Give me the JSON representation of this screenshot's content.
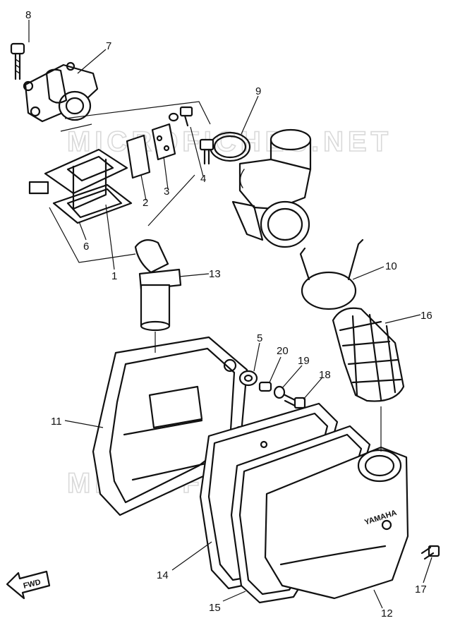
{
  "watermark": "MICROFICHES.NET",
  "fwd_label": "FWD",
  "brand_text": "YAMAHA",
  "callouts": {
    "p1": "1",
    "p2": "2",
    "p3": "3",
    "p4": "4",
    "p5": "5",
    "p6": "6",
    "p7": "7",
    "p8": "8",
    "p9": "9",
    "p10": "10",
    "p11": "11",
    "p12": "12",
    "p13": "13",
    "p14": "14",
    "p15": "15",
    "p16": "16",
    "p17": "17",
    "p18": "18",
    "p19": "19",
    "p20": "20"
  }
}
